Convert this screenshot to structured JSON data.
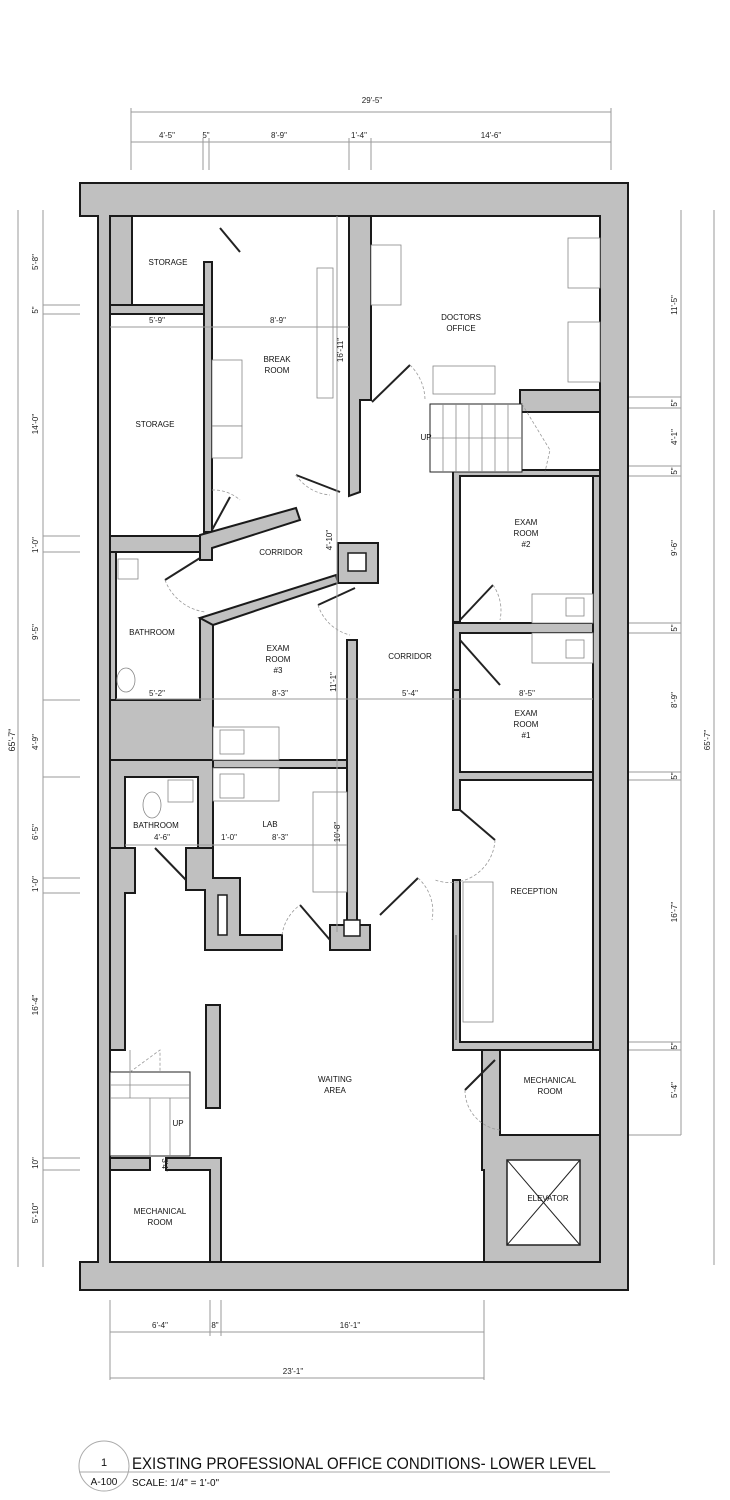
{
  "title": {
    "drawing_number": "1",
    "sheet": "A-100",
    "name": "EXISTING PROFESSIONAL OFFICE CONDITIONS- LOWER LEVEL",
    "scale": "SCALE: 1/4\" = 1'-0\""
  },
  "dims_top": {
    "overall": "29'-5\"",
    "segments": [
      "4'-5\"",
      "5\"",
      "8'-9\"",
      "1'-4\"",
      "14'-6\""
    ]
  },
  "dims_bottom": {
    "overall": "23'-1\"",
    "segments": [
      "6'-4\"",
      "8\"",
      "16'-1\""
    ]
  },
  "dims_left": {
    "overall": "65'-7\"",
    "segments": [
      "5'-8\"",
      "5\"",
      "14'-0\"",
      "1'-0\"",
      "9'-5\"",
      "4'-9\"",
      "6'-5\"",
      "1'-0\"",
      "16'-4\"",
      "10\"",
      "5'-10\""
    ]
  },
  "dims_right": {
    "overall": "65'-7\"",
    "segments": [
      "11'-5\"",
      "5\"",
      "4'-1\"",
      "5\"",
      "9'-6\"",
      "5\"",
      "8'-9\"",
      "5\"",
      "16'-7\"",
      "5\"",
      "5'-4\""
    ]
  },
  "dims_interior": [
    "5'-9\"",
    "8'-9\"",
    "16'-11\"",
    "4'-10\"",
    "5'-2\"",
    "8'-3\"",
    "11'-1\"",
    "5'-4\"",
    "8'-5\"",
    "4'-6\"",
    "1'-0\"",
    "8'-3\"",
    "10'-8\"",
    "3'4\""
  ],
  "rooms": {
    "storage_top": "STORAGE",
    "storage": "STORAGE",
    "break_1": "BREAK",
    "break_2": "ROOM",
    "doctors_1": "DOCTORS",
    "doctors_2": "OFFICE",
    "stair_up": "UP",
    "corridor_upper": "CORRIDOR",
    "corridor": "CORRIDOR",
    "exam2_1": "EXAM",
    "exam2_2": "ROOM",
    "exam2_3": "#2",
    "exam3_1": "EXAM",
    "exam3_2": "ROOM",
    "exam3_3": "#3",
    "exam1_1": "EXAM",
    "exam1_2": "ROOM",
    "exam1_3": "#1",
    "bathroom_upper": "BATHROOM",
    "bathroom_lower": "BATHROOM",
    "lab": "LAB",
    "reception": "RECEPTION",
    "waiting_1": "WAITING",
    "waiting_2": "AREA",
    "mech_right_1": "MECHANICAL",
    "mech_right_2": "ROOM",
    "mech_left_1": "MECHANICAL",
    "mech_left_2": "ROOM",
    "stair_up_lower": "UP",
    "elevator": "ELEVATOR"
  }
}
